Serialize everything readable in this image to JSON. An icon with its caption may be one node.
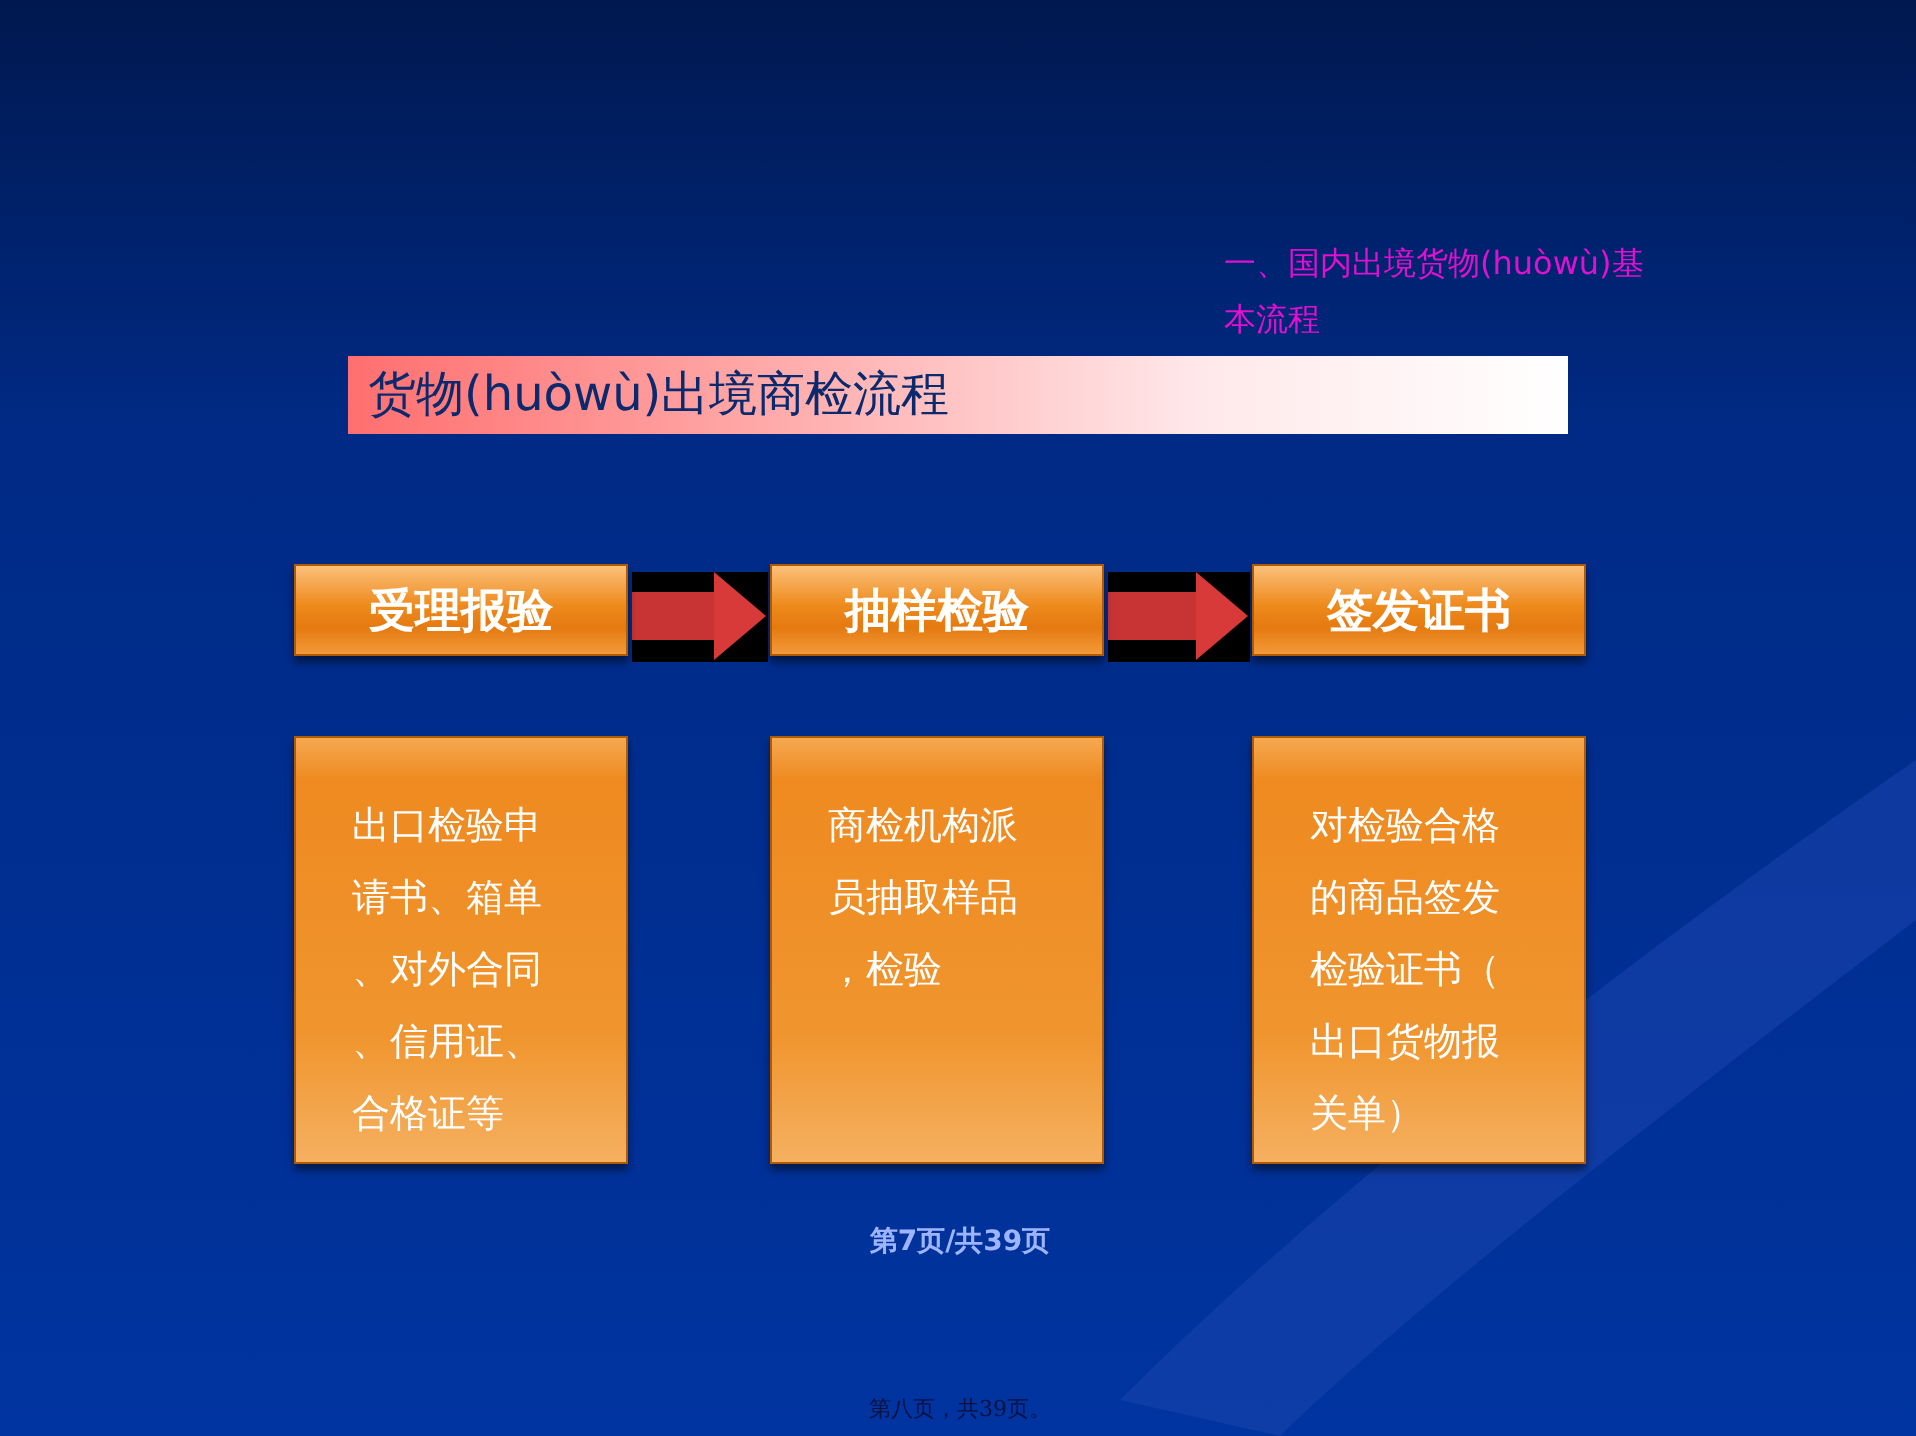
{
  "diagram": {
    "title": "货物(huòwù)出境商检流程",
    "nodes": [
      {
        "text": [
          "受理报验"
        ]
      },
      {
        "text": [
          "抽样检验"
        ]
      },
      {
        "text": [
          "签发证书"
        ]
      },
      {
        "text": [
          "出口检验申请书、箱单、对外合同、信用证、合格证等"
        ]
      },
      {
        "text": [
          "商检机构派员抽取样品，检验"
        ]
      },
      {
        "text": [
          "对检验合格的商品签发检验证书（出口货物报关单）"
        ]
      }
    ],
    "edges": [
      {
        "from": 0,
        "to": 1,
        "arrow": "to"
      },
      {
        "from": 1,
        "to": 2,
        "arrow": "to"
      }
    ],
    "labels": [
      "一、国内出境货物(huòwù)基本流程",
      "第7页/共39页",
      "第八页，共39页。"
    ]
  }
}
